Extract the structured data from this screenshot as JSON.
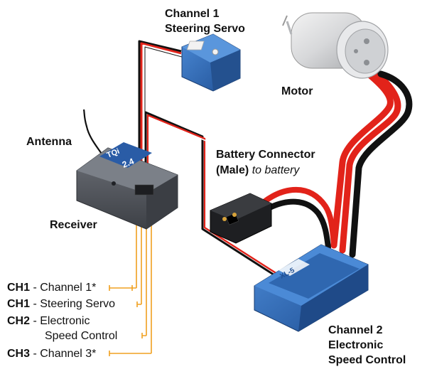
{
  "labels": {
    "servo_line1": "Channel 1",
    "servo_line2": "Steering Servo",
    "motor": "Motor",
    "antenna": "Antenna",
    "battery_line1": "Battery Connector",
    "battery_male": "(Male)",
    "battery_to": "to battery",
    "receiver": "Receiver",
    "esc_line1": "Channel 2",
    "esc_line2": "Electronic",
    "esc_line3": "Speed Control"
  },
  "channels": [
    {
      "code": "CH1",
      "sep": " - ",
      "text": "Channel 1*"
    },
    {
      "code": "CH1",
      "sep": " - ",
      "text": "Steering Servo"
    },
    {
      "code": "CH2",
      "sep": " - ",
      "text": "Electronic",
      "text2": "Speed Control"
    },
    {
      "code": "CH3",
      "sep": " - ",
      "text": "Channel 3*"
    }
  ],
  "device_text": {
    "receiver_brand": "TQi",
    "receiver_band": "2.4",
    "esc_brand": "XL-5"
  },
  "colors": {
    "component_blue": "#2e6db5",
    "receiver_gray": "#5b5f66",
    "wire_red": "#e2231a",
    "wire_black": "#111111",
    "guide_orange": "#f0a020",
    "motor_silver": "#d9dadc"
  }
}
